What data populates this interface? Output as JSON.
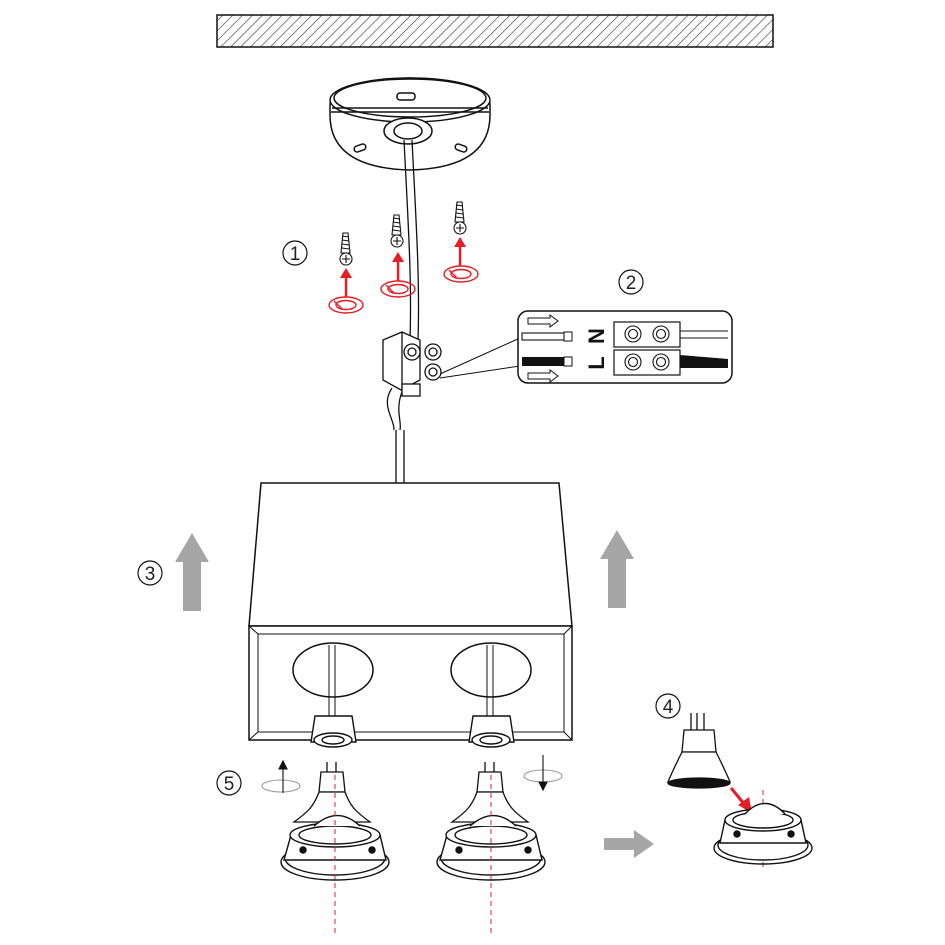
{
  "steps": [
    {
      "id": "step-1",
      "label": "1"
    },
    {
      "id": "step-2",
      "label": "2"
    },
    {
      "id": "step-3",
      "label": "3"
    },
    {
      "id": "step-4",
      "label": "4"
    },
    {
      "id": "step-5",
      "label": "5"
    }
  ],
  "terminals": {
    "neutral": "N",
    "live": "L"
  },
  "colors": {
    "line": "#111111",
    "accent_red": "#e31e24",
    "arrow_gray": "#a6a6a6",
    "hatch": "#333333"
  },
  "icons": [
    "ceiling-hatch-icon",
    "screw-icon",
    "wall-plug-icon",
    "terminal-block-icon",
    "up-arrow-icon",
    "right-arrow-icon",
    "rotate-icon",
    "gu10-bulb-icon",
    "spot-ring-icon"
  ]
}
